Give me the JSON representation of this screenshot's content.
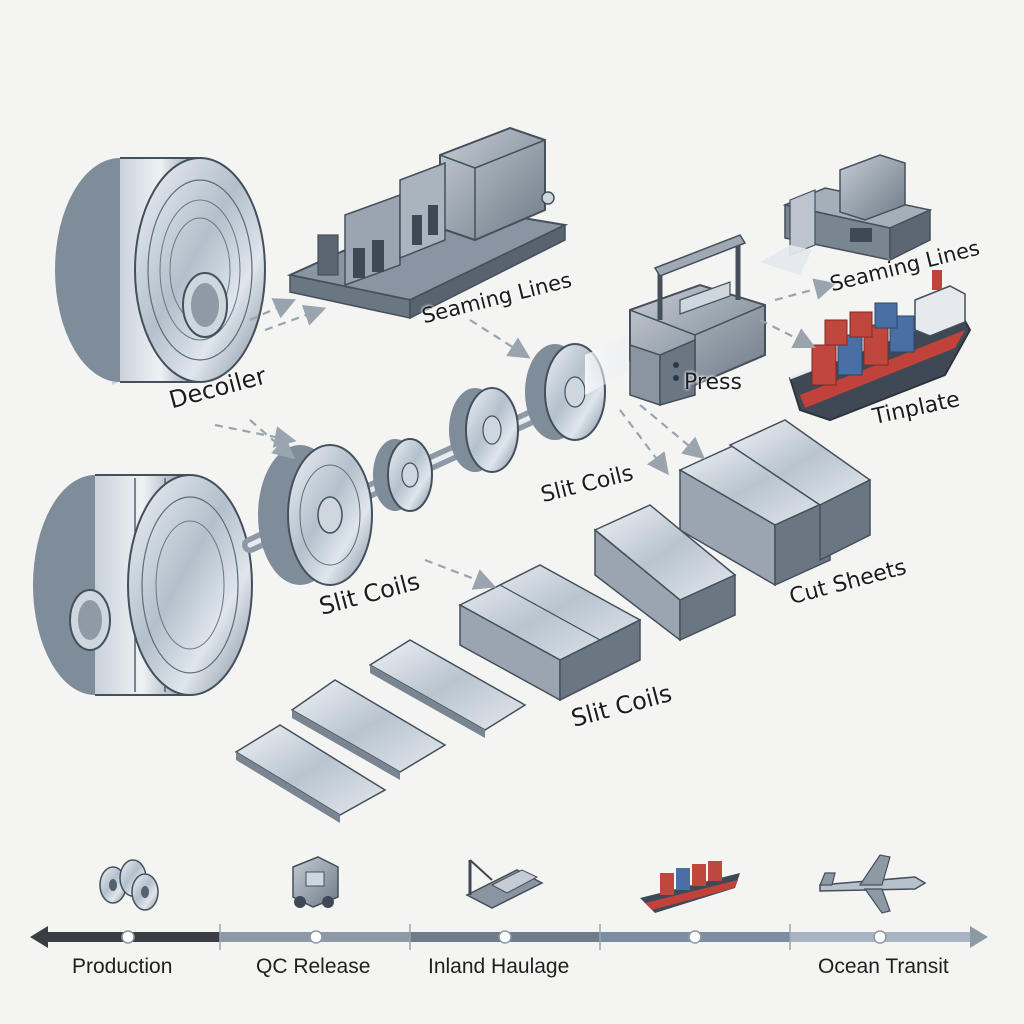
{
  "diagram": {
    "labels": {
      "decoiler": "Decoiler",
      "seaming_lines_1": "Seaming Lines",
      "seaming_lines_2": "Seaming Lines",
      "press": "Press",
      "tinplate": "Tinplate",
      "slit_coils_1": "Slit Coils",
      "slit_coils_2": "Slit Coils",
      "slit_coils_3": "Slit Coils",
      "cut_sheets": "Cut Sheets"
    }
  },
  "timeline": {
    "stages": [
      {
        "label": "Production",
        "icon": "coil-stack-icon"
      },
      {
        "label": "QC Release",
        "icon": "inspection-machine-icon"
      },
      {
        "label": "Inland Haulage",
        "icon": "rail-crane-icon"
      },
      {
        "label": "",
        "icon": "container-ship-icon"
      },
      {
        "label": "Ocean Transit",
        "icon": "airplane-icon"
      }
    ],
    "colors": {
      "dark": "#3a3d42",
      "mid": "#8e99a6",
      "light": "#a9b4c2",
      "accent": "#7b8da3"
    }
  },
  "palette": {
    "steel_light": "#e6ecf2",
    "steel_mid": "#a9b6c4",
    "steel_dark": "#55616e",
    "container_red": "#c0473e",
    "container_blue": "#4a6fa5",
    "hull_red": "#c0423a"
  }
}
